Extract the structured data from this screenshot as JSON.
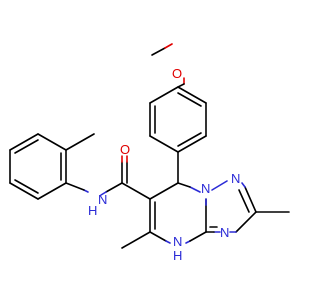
{
  "atoms": {
    "methoxy_o": "O",
    "carbonyl_o": "O",
    "amide_n": "N",
    "amide_h": "H",
    "triazole_n1": "N",
    "triazole_n2": "N",
    "triazole_n3": "N",
    "ring_n": "N",
    "ring_h": "H"
  },
  "colors": {
    "bond": "#000000",
    "oxygen": "#e00000",
    "nitrogen": "#2b2bd6",
    "background": "#ffffff"
  }
}
